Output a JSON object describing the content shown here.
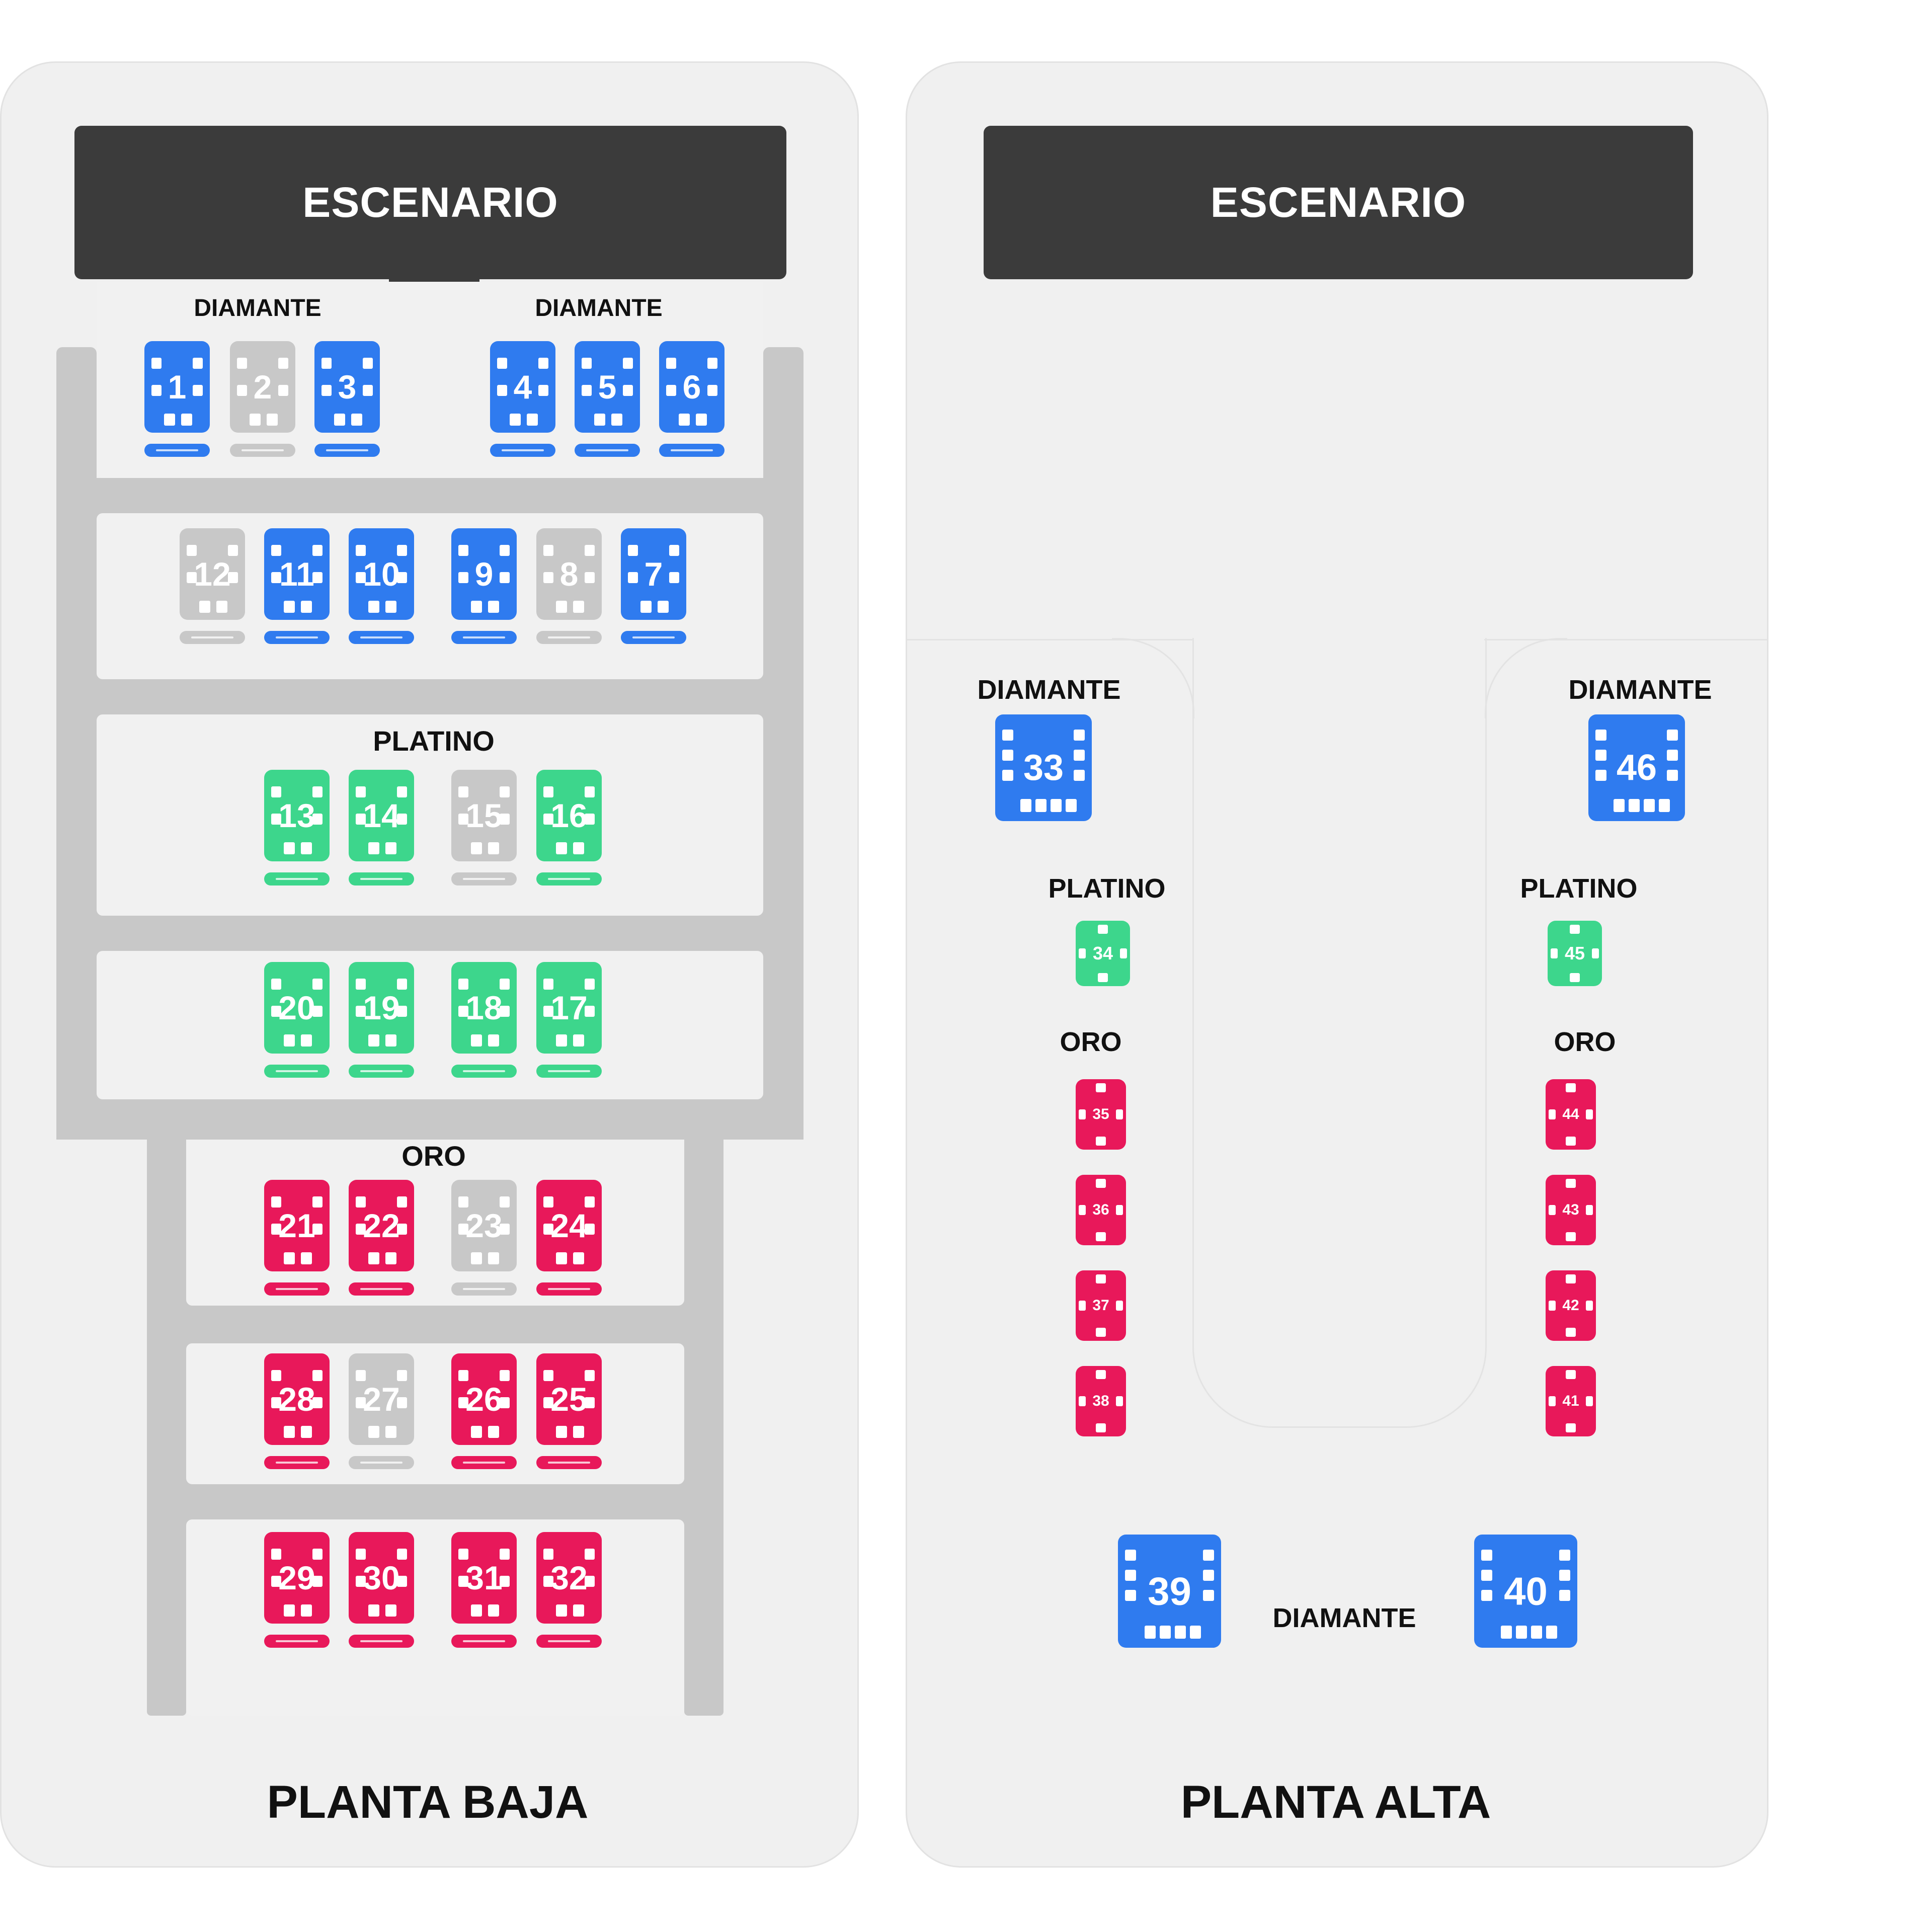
{
  "colors": {
    "diamante": "#2f7bef",
    "platino": "#3dd68c",
    "oro": "#e8185a",
    "unavailable": "#c8c8c8",
    "stage": "#3b3b3b"
  },
  "planta_baja": {
    "title": "PLANTA BAJA",
    "stage_label": "ESCENARIO",
    "section_labels": {
      "diamante_left": "DIAMANTE",
      "diamante_right": "DIAMANTE",
      "platino": "PLATINO",
      "oro": "ORO"
    },
    "tables": [
      {
        "number": "1",
        "tier": "diamante",
        "available": true
      },
      {
        "number": "2",
        "tier": "diamante",
        "available": false
      },
      {
        "number": "3",
        "tier": "diamante",
        "available": true
      },
      {
        "number": "4",
        "tier": "diamante",
        "available": true
      },
      {
        "number": "5",
        "tier": "diamante",
        "available": true
      },
      {
        "number": "6",
        "tier": "diamante",
        "available": true
      },
      {
        "number": "12",
        "tier": "diamante",
        "available": false
      },
      {
        "number": "11",
        "tier": "diamante",
        "available": true
      },
      {
        "number": "10",
        "tier": "diamante",
        "available": true
      },
      {
        "number": "9",
        "tier": "diamante",
        "available": true
      },
      {
        "number": "8",
        "tier": "diamante",
        "available": false
      },
      {
        "number": "7",
        "tier": "diamante",
        "available": true
      },
      {
        "number": "13",
        "tier": "platino",
        "available": true
      },
      {
        "number": "14",
        "tier": "platino",
        "available": true
      },
      {
        "number": "15",
        "tier": "platino",
        "available": false
      },
      {
        "number": "16",
        "tier": "platino",
        "available": true
      },
      {
        "number": "20",
        "tier": "platino",
        "available": true
      },
      {
        "number": "19",
        "tier": "platino",
        "available": true
      },
      {
        "number": "18",
        "tier": "platino",
        "available": true
      },
      {
        "number": "17",
        "tier": "platino",
        "available": true
      },
      {
        "number": "21",
        "tier": "oro",
        "available": true
      },
      {
        "number": "22",
        "tier": "oro",
        "available": true
      },
      {
        "number": "23",
        "tier": "oro",
        "available": false
      },
      {
        "number": "24",
        "tier": "oro",
        "available": true
      },
      {
        "number": "28",
        "tier": "oro",
        "available": true
      },
      {
        "number": "27",
        "tier": "oro",
        "available": false
      },
      {
        "number": "26",
        "tier": "oro",
        "available": true
      },
      {
        "number": "25",
        "tier": "oro",
        "available": true
      },
      {
        "number": "29",
        "tier": "oro",
        "available": true
      },
      {
        "number": "30",
        "tier": "oro",
        "available": true
      },
      {
        "number": "31",
        "tier": "oro",
        "available": true
      },
      {
        "number": "32",
        "tier": "oro",
        "available": true
      }
    ]
  },
  "planta_alta": {
    "title": "PLANTA ALTA",
    "stage_label": "ESCENARIO",
    "section_labels": {
      "diamante_left": "DIAMANTE",
      "diamante_right": "DIAMANTE",
      "platino_left": "PLATINO",
      "platino_right": "PLATINO",
      "oro_left": "ORO",
      "oro_right": "ORO",
      "diamante_bottom": "DIAMANTE"
    },
    "tables": [
      {
        "number": "33",
        "tier": "diamante",
        "available": true
      },
      {
        "number": "46",
        "tier": "diamante",
        "available": true
      },
      {
        "number": "34",
        "tier": "platino",
        "available": true
      },
      {
        "number": "45",
        "tier": "platino",
        "available": true
      },
      {
        "number": "35",
        "tier": "oro",
        "available": true
      },
      {
        "number": "36",
        "tier": "oro",
        "available": true
      },
      {
        "number": "37",
        "tier": "oro",
        "available": true
      },
      {
        "number": "38",
        "tier": "oro",
        "available": true
      },
      {
        "number": "44",
        "tier": "oro",
        "available": true
      },
      {
        "number": "43",
        "tier": "oro",
        "available": true
      },
      {
        "number": "42",
        "tier": "oro",
        "available": true
      },
      {
        "number": "41",
        "tier": "oro",
        "available": true
      },
      {
        "number": "39",
        "tier": "diamante",
        "available": true
      },
      {
        "number": "40",
        "tier": "diamante",
        "available": true
      }
    ]
  }
}
